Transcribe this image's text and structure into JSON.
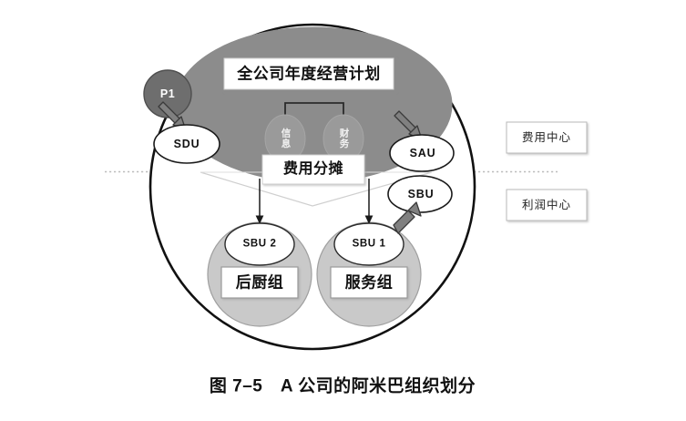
{
  "figure": {
    "caption": "图 7–5　A 公司的阿米巴组织划分",
    "title_box": "全公司年度经营计划",
    "allocation_box": "费用分摊"
  },
  "departments": [
    {
      "id": "info",
      "label": "信息"
    },
    {
      "id": "finance",
      "label": "财务"
    }
  ],
  "units": {
    "p1": "P1",
    "sdu": "SDU",
    "sau": "SAU",
    "sbu": "SBU"
  },
  "business_units": [
    {
      "id": "sbu2",
      "tag": "SBU 2",
      "group": "后厨组"
    },
    {
      "id": "sbu1",
      "tag": "SBU 1",
      "group": "服务组"
    }
  ],
  "center_labels": [
    {
      "id": "cost-center",
      "label": "费用中心"
    },
    {
      "id": "profit-center",
      "label": "利润中心"
    }
  ],
  "colors": {
    "outer_ring_stroke": "#111111",
    "head_ellipse_fill": "#8c8c8c",
    "dept_ellipse_fill": "#9a9a9a",
    "sbu_circle_fill": "#c9c9c9",
    "p1_circle_fill": "#6e6e6e",
    "arrow_fill": "#808080",
    "box_fill": "#ffffff",
    "divider_dotted": "#b9b9b9"
  }
}
